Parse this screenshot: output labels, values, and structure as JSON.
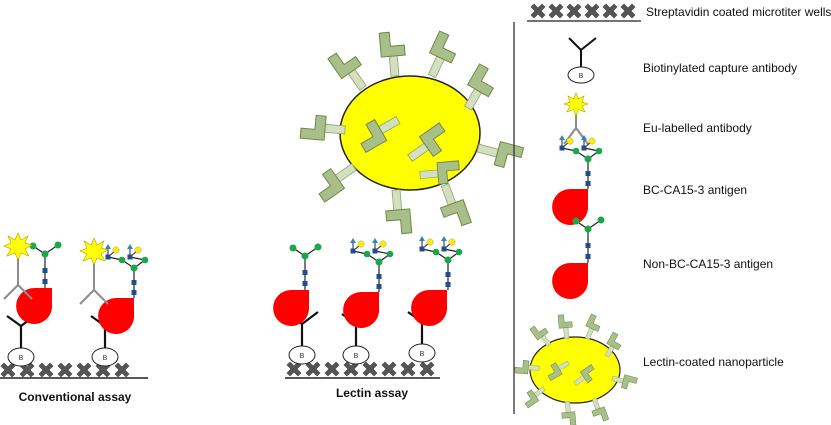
{
  "panels": {
    "conventional": {
      "caption": "Conventional assay"
    },
    "lectin": {
      "caption": "Lectin assay"
    }
  },
  "legend": {
    "items": [
      {
        "icon": "streptavidin-well-icon",
        "label": "Streptavidin coated microtiter wells"
      },
      {
        "icon": "biotinylated-antibody-icon",
        "label": "Biotinylated capture antibody"
      },
      {
        "icon": "eu-labelled-antibody-icon",
        "label": "Eu-labelled antibody"
      },
      {
        "icon": "bc-antigen-icon",
        "label": "BC-CA15-3 antigen"
      },
      {
        "icon": "non-bc-antigen-icon",
        "label": "Non-BC-CA15-3 antigen"
      },
      {
        "icon": "lectin-nanoparticle-icon",
        "label": "Lectin-coated nanoparticle"
      }
    ]
  },
  "biotin_letter": "B",
  "colors": {
    "antigen": "#ff0000",
    "nanoparticle": "#ffff00",
    "lectin": "#a9bf8a",
    "lectin_stem": "#d3dfbf",
    "lectin_border": "#6d8a45",
    "eu_star": "#ffff00",
    "glycan_green": "#1aa64a",
    "glycan_yellow": "#ffee00",
    "glycan_blue_square": "#1f4e8c",
    "glycan_triangle": "#2e86c1",
    "streptavidin": "#555555",
    "capture_antibody": "#111111",
    "eu_antibody": "#8c8c8c"
  }
}
